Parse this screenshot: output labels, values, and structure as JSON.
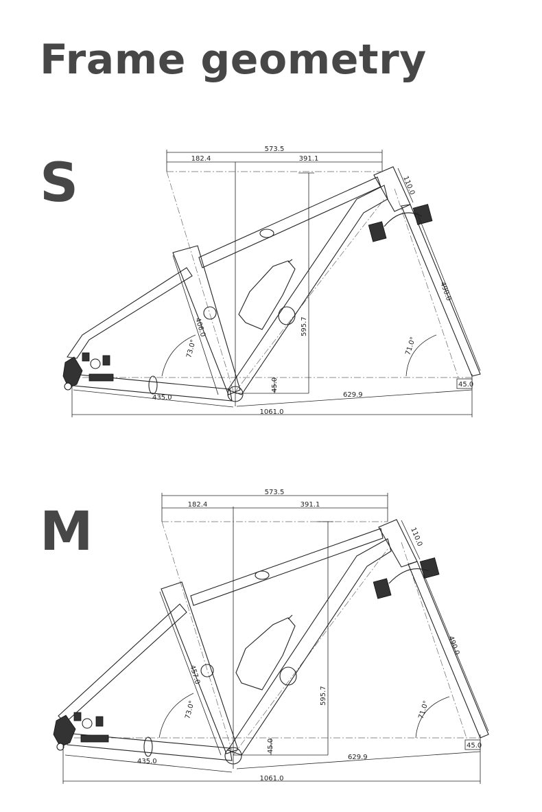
{
  "title": "Frame geometry",
  "sizes": [
    {
      "label": "S",
      "dims": {
        "reach_total": "573.5",
        "setback": "182.4",
        "reach": "391.1",
        "stack": "595.7",
        "head_tube": "110.0",
        "seat_tube": "406.0",
        "seat_angle": "73.0°",
        "head_angle": "71.0°",
        "fork": "490.0",
        "bb_drop": "45.0",
        "chainstay": "435.0",
        "front_center": "629.9",
        "wheelbase": "1061.0",
        "axle_offset": "45.0"
      }
    },
    {
      "label": "M",
      "dims": {
        "reach_total": "573.5",
        "setback": "182.4",
        "reach": "391.1",
        "stack": "595.7",
        "head_tube": "110.0",
        "seat_tube": "457.0",
        "seat_angle": "73.0°",
        "head_angle": "71.0°",
        "fork": "490.0",
        "bb_drop": "45.0",
        "chainstay": "435.0",
        "front_center": "629.9",
        "wheelbase": "1061.0",
        "axle_offset": "45.0"
      }
    }
  ]
}
